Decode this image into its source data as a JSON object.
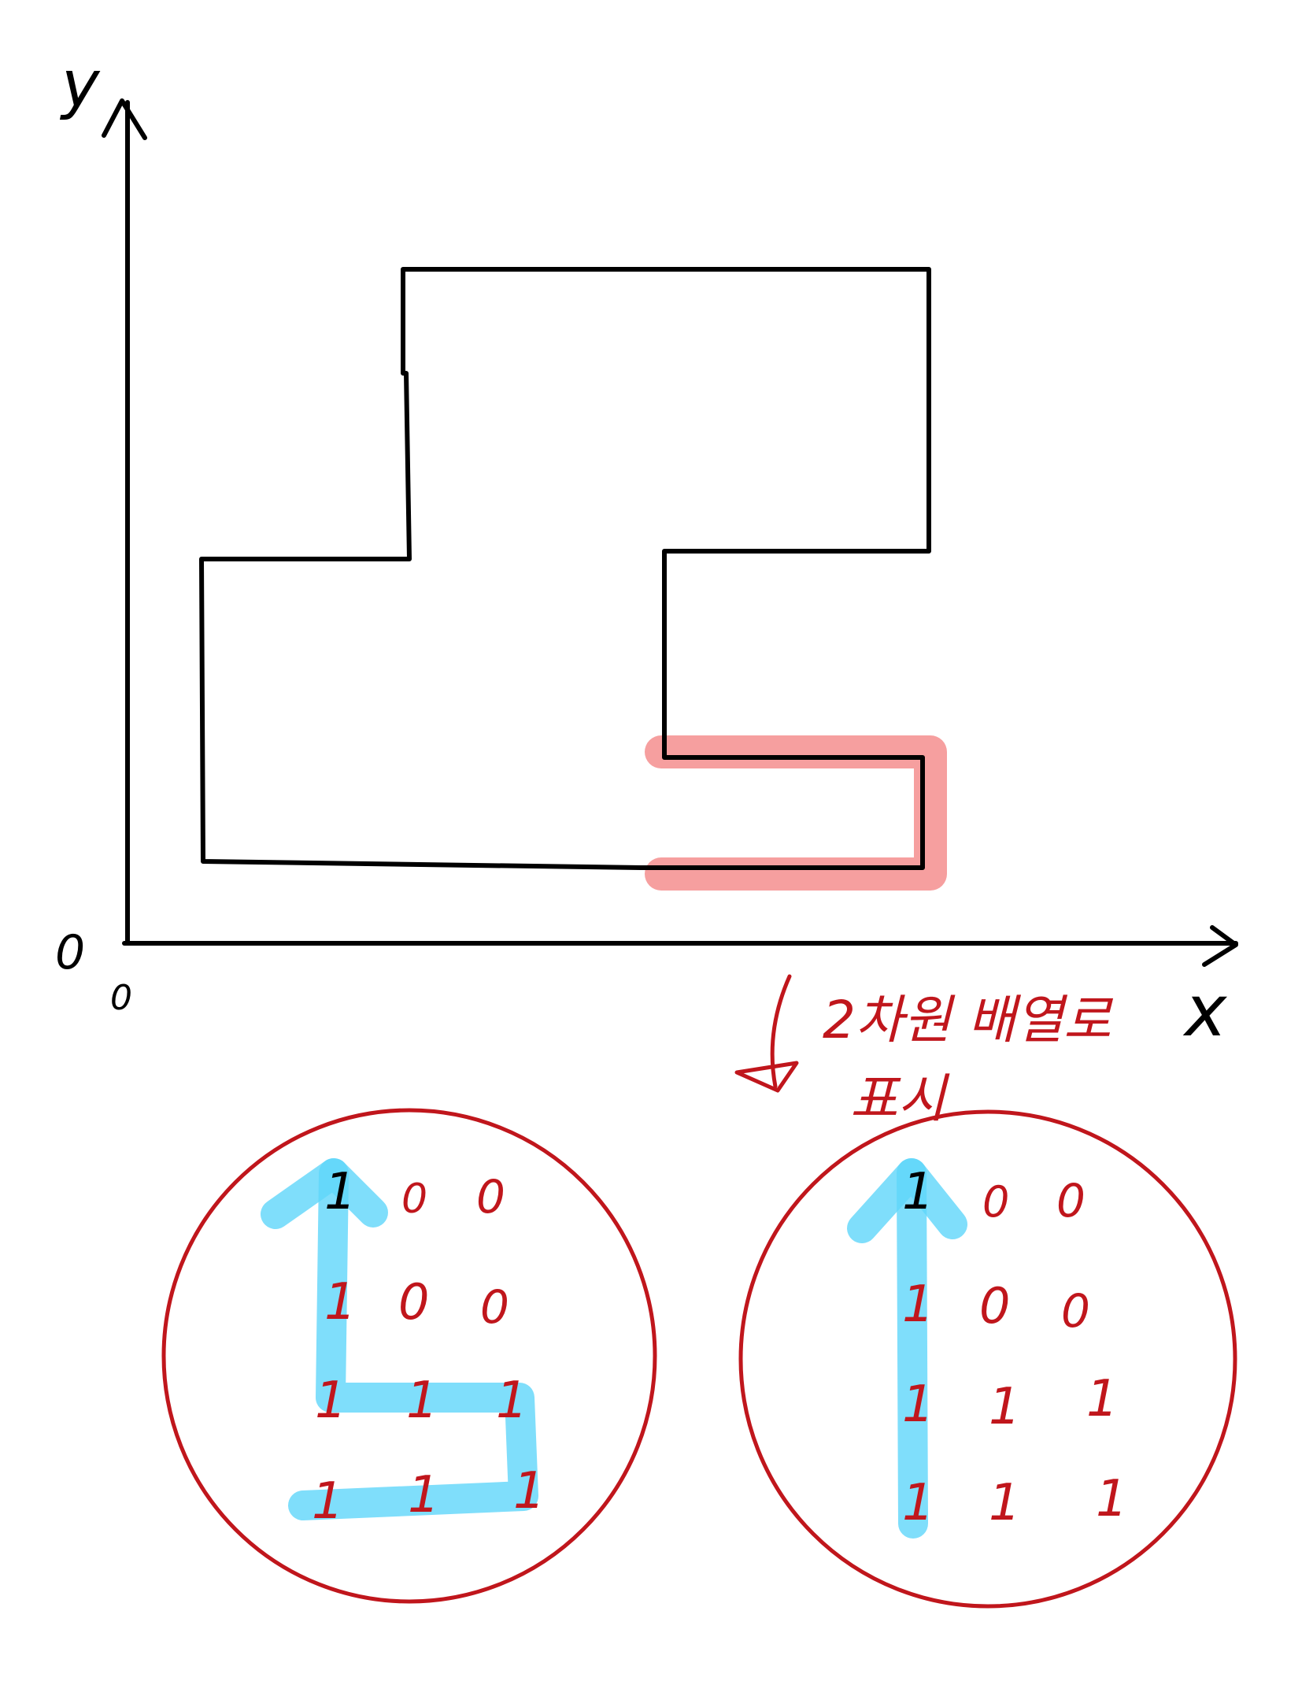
{
  "axes": {
    "y_label": "y",
    "x_label": "x",
    "origin_labels": [
      "0",
      "0"
    ]
  },
  "annotation": {
    "line1": "2차원 배열로",
    "line2": "표시"
  },
  "grids": [
    {
      "rows": [
        [
          "1",
          "0",
          "0"
        ],
        [
          "1",
          "0",
          "0"
        ],
        [
          "1",
          "1",
          "1"
        ],
        [
          "1",
          "1",
          "1"
        ]
      ]
    },
    {
      "rows": [
        [
          "1",
          "0",
          "0"
        ],
        [
          "1",
          "0",
          "0"
        ],
        [
          "1",
          "1",
          "1"
        ],
        [
          "1",
          "1",
          "1"
        ]
      ]
    }
  ],
  "colors": {
    "ink": "#000000",
    "red_ink": "#c0161c",
    "highlight_pink": "#f59a9a",
    "highlight_blue": "#5fd6fa"
  }
}
